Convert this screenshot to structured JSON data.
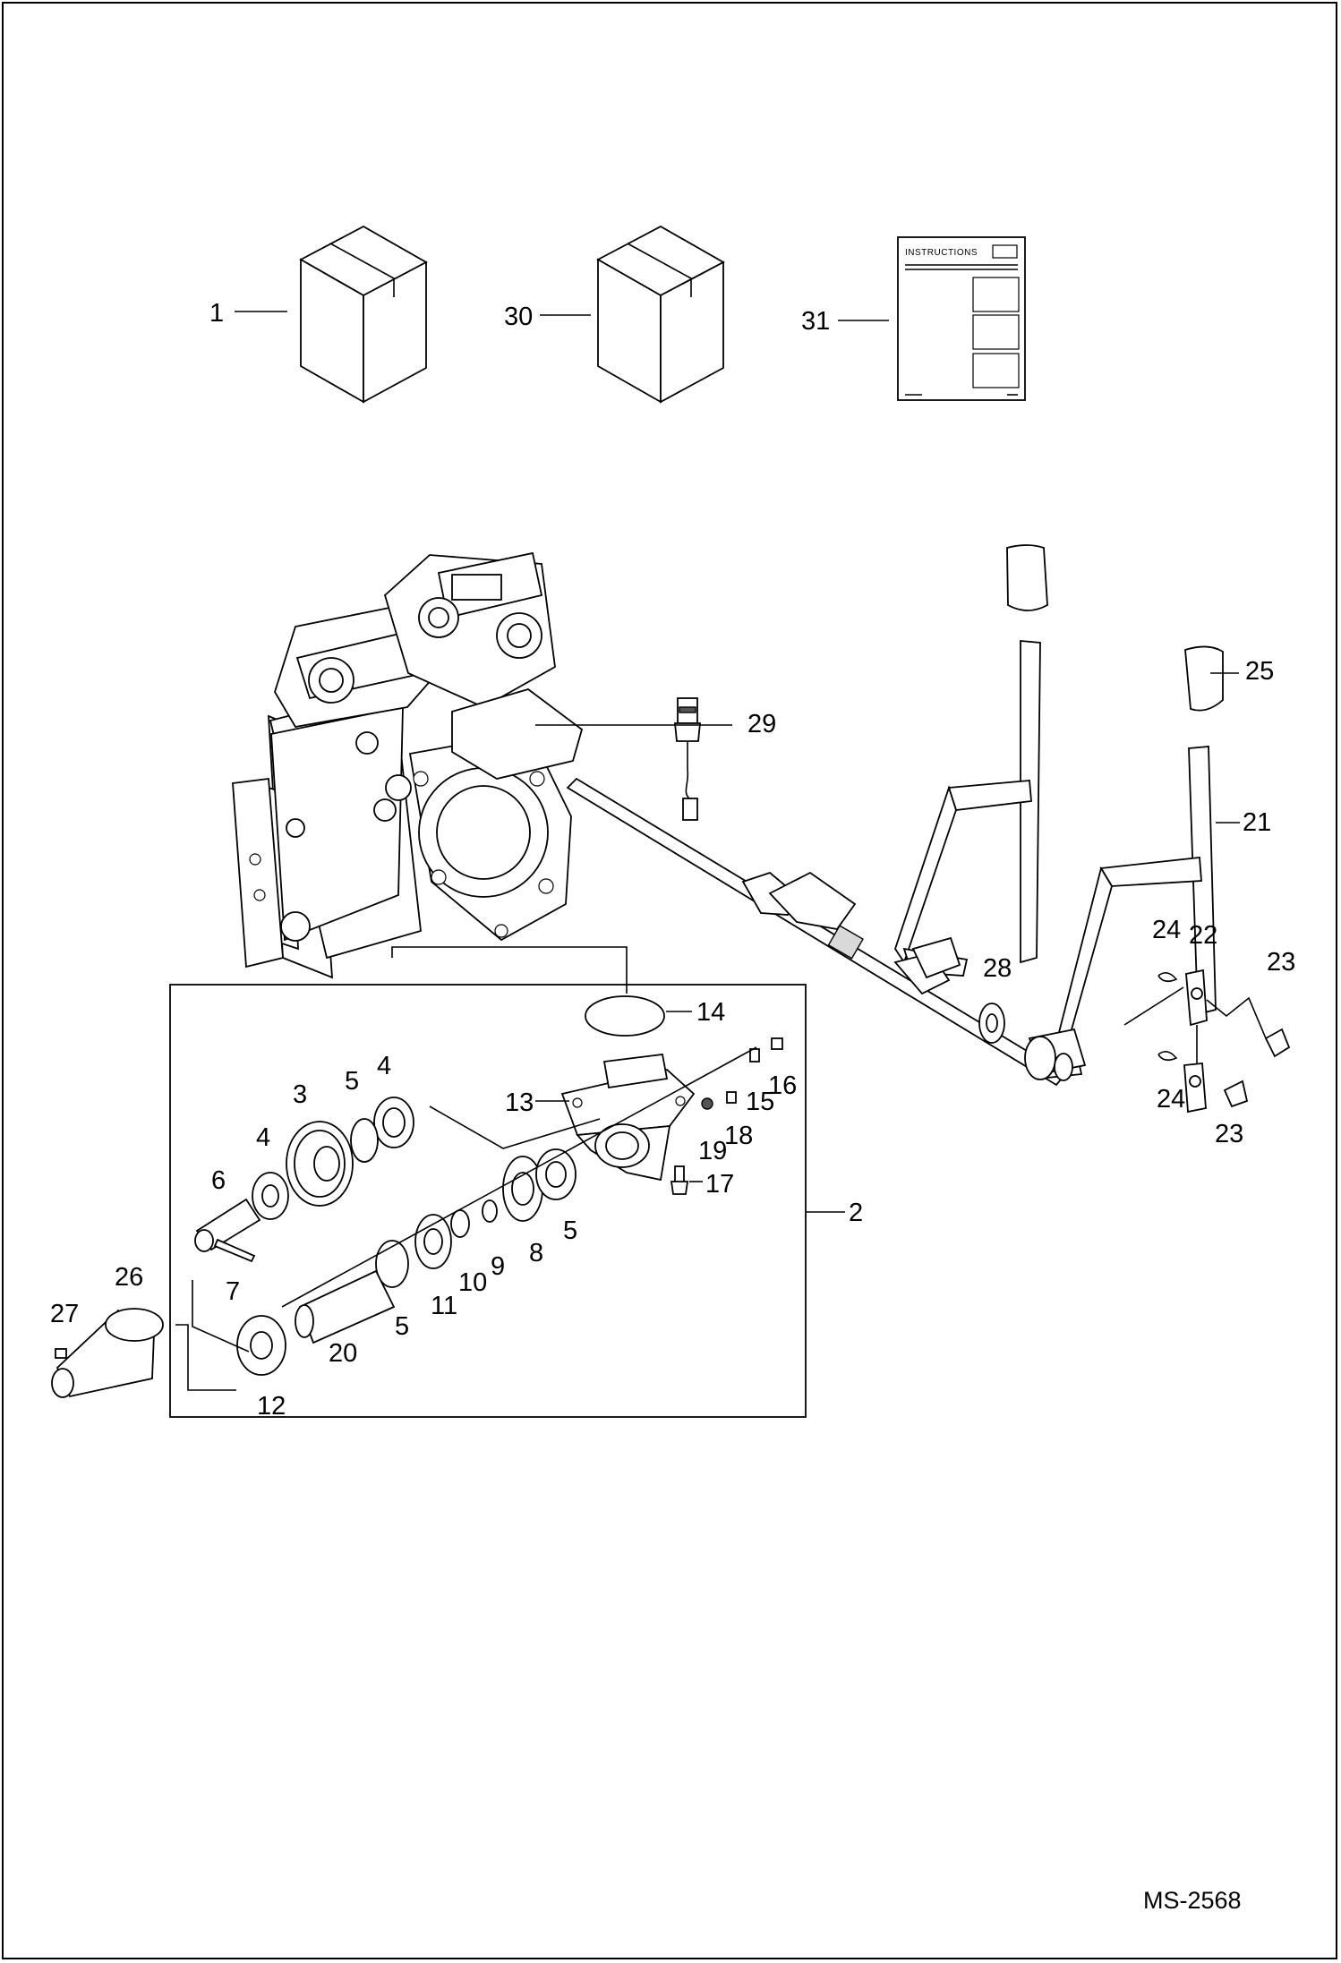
{
  "diagram": {
    "doc_ref": "MS-2568",
    "manual_cover_title": "INSTRUCTIONS",
    "callouts": {
      "c1": "1",
      "c2": "2",
      "c3": "3",
      "c4a": "4",
      "c4b": "4",
      "c5a": "5",
      "c5b": "5",
      "c5c": "5",
      "c6": "6",
      "c7": "7",
      "c8": "8",
      "c9": "9",
      "c10": "10",
      "c11": "11",
      "c12": "12",
      "c13": "13",
      "c14": "14",
      "c15": "15",
      "c16": "16",
      "c17": "17",
      "c18": "18",
      "c19": "19",
      "c20": "20",
      "c21": "21",
      "c22": "22",
      "c23a": "23",
      "c23b": "23",
      "c24a": "24",
      "c24b": "24",
      "c25": "25",
      "c26": "26",
      "c27": "27",
      "c28": "28",
      "c29": "29",
      "c30": "30",
      "c31": "31"
    }
  }
}
